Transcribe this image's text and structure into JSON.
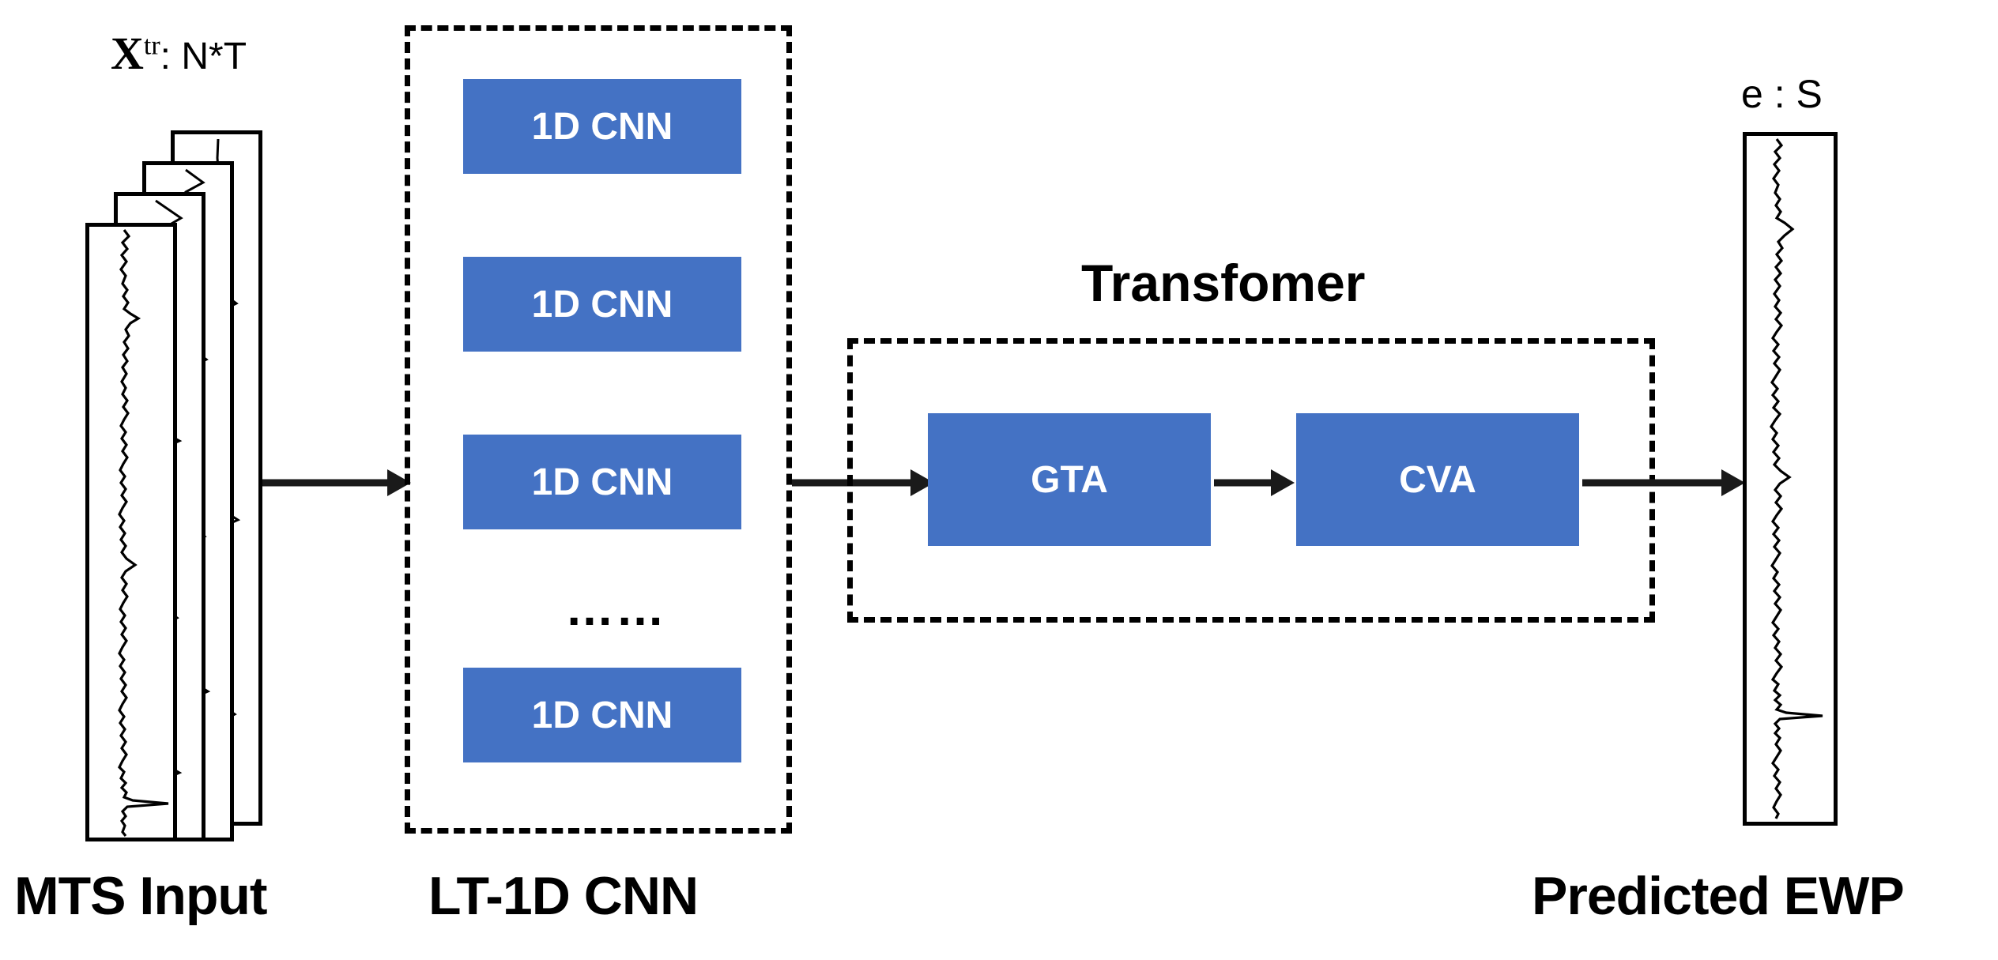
{
  "diagram": {
    "title": "MTS to EWP prediction pipeline",
    "colors": {
      "block_blue": "#4472C4",
      "stroke_black": "#000000",
      "background": "#FFFFFF",
      "block_text": "#FFFFFF"
    },
    "input": {
      "math_label_base": "X",
      "math_label_superscript": "tr",
      "math_label_suffix": ": N*T",
      "caption": "MTS Input",
      "panel_count": 4
    },
    "cnn_stage": {
      "caption": "LT-1D CNN",
      "blocks": [
        {
          "label": "1D CNN"
        },
        {
          "label": "1D CNN"
        },
        {
          "label": "1D CNN"
        },
        {
          "label": "1D CNN"
        }
      ],
      "ellipsis": "……"
    },
    "transformer_stage": {
      "title": "Transfomer",
      "blocks": [
        {
          "label": "GTA"
        },
        {
          "label": "CVA"
        }
      ]
    },
    "output": {
      "math_label": "e : S",
      "caption": "Predicted EWP"
    },
    "arrows": [
      {
        "name": "input-to-cnn"
      },
      {
        "name": "cnn-to-transformer"
      },
      {
        "name": "gta-to-cva"
      },
      {
        "name": "transformer-to-output"
      }
    ]
  }
}
